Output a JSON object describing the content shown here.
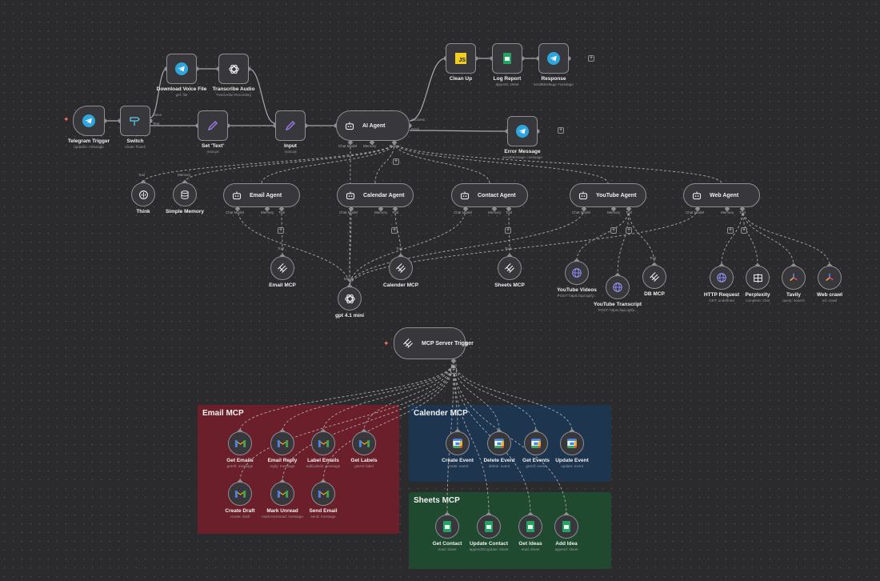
{
  "stickies": [
    {
      "key": "email",
      "title": "Email MCP",
      "color": "#6b1f2a"
    },
    {
      "key": "calendar",
      "title": "Calender MCP",
      "color": "#1e3550"
    },
    {
      "key": "sheets",
      "title": "Sheets MCP",
      "color": "#1f4a30"
    }
  ],
  "nodes": {
    "telegram_trigger": {
      "label": "Telegram Trigger",
      "sub": "updates: message",
      "icon": "telegram-icon"
    },
    "switch": {
      "label": "Switch",
      "sub": "mode: Rules",
      "icon": "switch-icon"
    },
    "download_voice": {
      "label": "Download Voice File",
      "sub": "get: file",
      "icon": "telegram-icon"
    },
    "transcribe": {
      "label": "Transcribe Audio",
      "sub": "Transcribe Recording",
      "icon": "openai-icon"
    },
    "set_text": {
      "label": "Set 'Text'",
      "sub": "manual",
      "icon": "pencil-icon"
    },
    "input": {
      "label": "Input",
      "sub": "manual",
      "icon": "pencil-icon"
    },
    "ai_agent": {
      "label": "AI Agent",
      "icon": "robot-icon"
    },
    "clean_up": {
      "label": "Clean Up",
      "icon": "javascript-icon",
      "icon_text": "JS"
    },
    "log_report": {
      "label": "Log Report",
      "sub": "append: sheet",
      "icon": "google-sheets-icon"
    },
    "response": {
      "label": "Response",
      "sub": "sendMessage: message",
      "icon": "telegram-icon"
    },
    "error_message": {
      "label": "Error Message",
      "sub": "sendMessage: message",
      "icon": "telegram-icon"
    },
    "think": {
      "label": "Think",
      "icon": "think-icon"
    },
    "simple_memory": {
      "label": "Simple Memory",
      "icon": "database-icon"
    },
    "email_agent": {
      "label": "Email Agent",
      "icon": "robot-icon"
    },
    "calendar_agent": {
      "label": "Calendar Agent",
      "icon": "robot-icon"
    },
    "contact_agent": {
      "label": "Contact Agent",
      "icon": "robot-icon"
    },
    "youtube_agent": {
      "label": "YouTube Agent",
      "icon": "robot-icon"
    },
    "web_agent": {
      "label": "Web Agent",
      "icon": "robot-icon"
    },
    "email_mcp": {
      "label": "Email MCP",
      "icon": "mcp-icon"
    },
    "calendar_mcp": {
      "label": "Calender MCP",
      "icon": "mcp-icon"
    },
    "sheets_mcp": {
      "label": "Sheets MCP",
      "icon": "mcp-icon"
    },
    "gpt": {
      "label": "gpt 4.1 mini",
      "icon": "openai-icon"
    },
    "youtube_videos": {
      "label": "YouTube Videos",
      "sub": "POST: https://api.apify...",
      "icon": "globe-icon"
    },
    "youtube_transcript": {
      "label": "YouTube Transcript",
      "sub": "POST: https://api.apify...",
      "icon": "globe-icon"
    },
    "db_mcp": {
      "label": "DB MCP",
      "icon": "mcp-icon"
    },
    "http_request": {
      "label": "HTTP Request",
      "sub": "GET: undefined",
      "icon": "globe-icon"
    },
    "perplexity": {
      "label": "Perplexity",
      "sub": "complete: chat",
      "icon": "perplexity-icon"
    },
    "tavily": {
      "label": "Tavily",
      "sub": "query: search",
      "icon": "tavily-icon"
    },
    "web_crawl": {
      "label": "Web crawl",
      "sub": "url: crawl",
      "icon": "tavily-icon"
    },
    "mcp_server_trigger": {
      "label": "MCP Server Trigger",
      "icon": "mcp-icon"
    },
    "get_emails": {
      "label": "Get Emails",
      "sub": "getAll: message",
      "icon": "gmail-icon"
    },
    "email_reply": {
      "label": "Email Reply",
      "sub": "reply: message",
      "icon": "gmail-icon"
    },
    "label_emails": {
      "label": "Label Emails",
      "sub": "addLabels: message",
      "icon": "gmail-icon"
    },
    "get_labels": {
      "label": "Get Labels",
      "sub": "getAll: label",
      "icon": "gmail-icon"
    },
    "create_draft": {
      "label": "Create Draft",
      "sub": "create: draft",
      "icon": "gmail-icon"
    },
    "mark_unread": {
      "label": "Mark Unread",
      "sub": "markAsUnread: message",
      "icon": "gmail-icon"
    },
    "send_email": {
      "label": "Send Email",
      "sub": "send: message",
      "icon": "gmail-icon"
    },
    "create_event": {
      "label": "Create Event",
      "sub": "create: event",
      "icon": "google-calendar-icon"
    },
    "delete_event": {
      "label": "Delete Event",
      "sub": "delete: event",
      "icon": "google-calendar-icon"
    },
    "get_events": {
      "label": "Get Events",
      "sub": "getAll: event",
      "icon": "google-calendar-icon"
    },
    "update_event": {
      "label": "Update Event",
      "sub": "update: event",
      "icon": "google-calendar-icon"
    },
    "get_contact": {
      "label": "Get Contact",
      "sub": "read: sheet",
      "icon": "google-sheets-icon"
    },
    "update_contact": {
      "label": "Update Contact",
      "sub": "appendOrUpdate: sheet",
      "icon": "google-sheets-icon"
    },
    "get_ideas": {
      "label": "Get Ideas",
      "sub": "read: sheet",
      "icon": "google-sheets-icon"
    },
    "add_idea": {
      "label": "Add Idea",
      "sub": "append: sheet",
      "icon": "google-sheets-icon"
    }
  },
  "ports": {
    "switch_voice": "Voice",
    "switch_text": "Text",
    "ai_success": "Success",
    "ai_error": "Error",
    "chat_model": "Chat Model",
    "memory": "Memory",
    "tool": "Tool",
    "tool_upper": "Tools",
    "model": "Model"
  },
  "colors": {
    "canvas": "#2b2a2c",
    "node_fill": "#38373b",
    "node_border": "#8e8d92",
    "edge": "#a9a8ad",
    "accent_red": "#ff6d5a",
    "telegram": "#2ea6dd"
  }
}
